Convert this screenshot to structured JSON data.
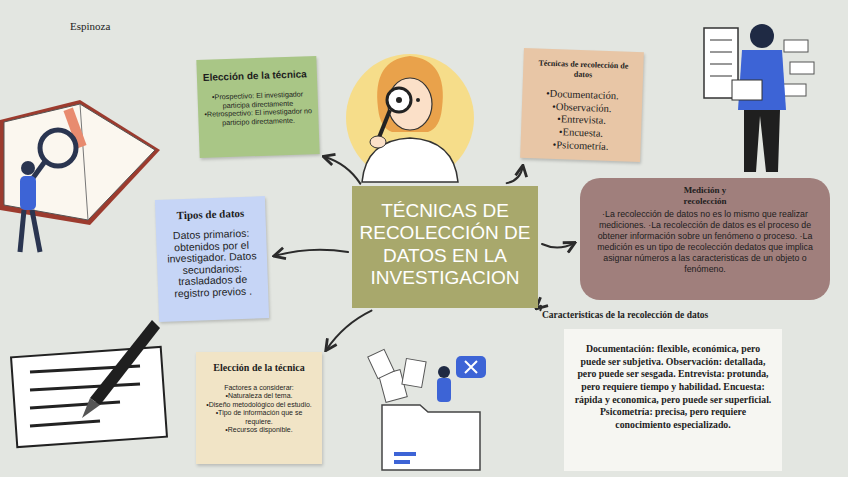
{
  "diagram": {
    "nodes": [
      {
        "text": [
          "Elección de la técnica",
          "•Prospectivo: El investigador participa directamente",
          "•Retrospectivo: El investigador no participo directamente."
        ]
      },
      {
        "text": [
          "Técnicas de recolección de datos",
          "•Documentación.",
          "•Observación.",
          "•Entrevista.",
          "•Encuesta.",
          "•Psicometría."
        ]
      },
      {
        "text": [
          "TÉCNICAS DE RECOLECCIÓN DE DATOS EN LA INVESTIGACION"
        ]
      },
      {
        "text": [
          "Tipos de datos",
          "Datos primarios: obtenidos por el investigador. Datos secundarios: trasladados de registro previos ."
        ]
      },
      {
        "text": [
          "Medición y recolección",
          "·La recolección de datos no es lo mismo que realizar mediciones. ·La recolección de datos es el proceso de obtener información sobre un fenómeno o proceso. ·La medición es un tipo de recolección dedatos que implica asignar números a las caracteristicas de un objeto o fenómeno."
        ]
      },
      {
        "text": [
          "Elección de la técnica",
          "Factores a considerar:",
          "•Naturaleza del tema.",
          "•Diseño metodológico del estudio.",
          "•Tipo de información que se requiere.",
          "•Recursos disponible."
        ]
      },
      {
        "text": [
          "Caracteristicas de la recolección de datos",
          "Documentación: flexible, económica, pero puede ser subjetiva. Observación: detallada, pero puede ser sesgada. Entrevista: protunda, pero requiere tiempo y habilidad. Encuesta: rápida y economica, pero puede ser superficial. Psicometría: precisa, pero requiere conocimiento especializado."
        ]
      }
    ],
    "edges": [
      {
        "from": 2,
        "to": 0,
        "arrow": "to"
      },
      {
        "from": 2,
        "to": 1,
        "arrow": "to"
      },
      {
        "from": 2,
        "to": 3,
        "arrow": "to"
      },
      {
        "from": 2,
        "to": 4,
        "arrow": "to"
      },
      {
        "from": 2,
        "to": 5,
        "arrow": "to"
      },
      {
        "from": 2,
        "to": 6,
        "arrow": "to"
      }
    ],
    "labels": [
      "Espinoza"
    ]
  }
}
